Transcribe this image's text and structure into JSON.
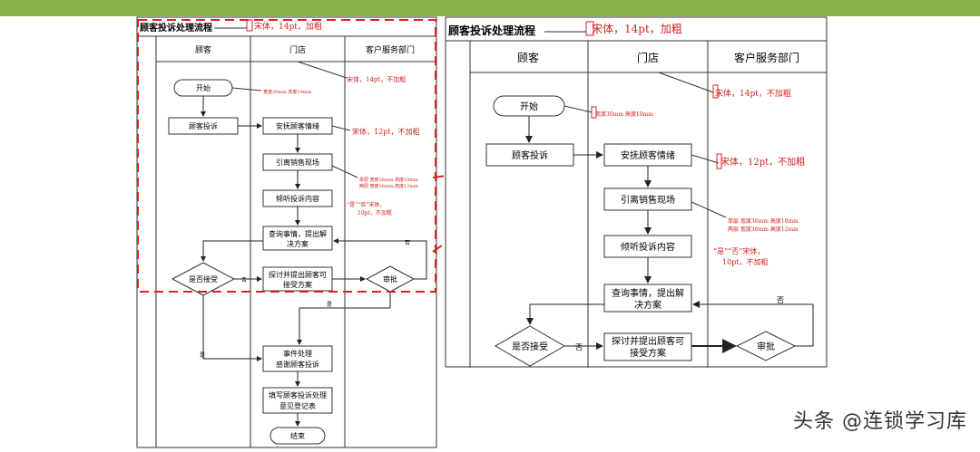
{
  "title": "顾客投诉处理流程",
  "font_note_title": "宋体，14pt，加粗",
  "lanes": [
    "顾客",
    "门店",
    "客户服务部门"
  ],
  "lane_font_note": "宋体，14pt，不加粗",
  "nodes": {
    "start": "开始",
    "complaint": "顾客投诉",
    "soothe": "安抚顾客情绪",
    "lead_away": "引离销售现场",
    "listen": "倾听投诉内容",
    "investigate_1": "查询事情，提出解",
    "investigate_2": "决方案",
    "accept": "是否接受",
    "discuss_1": "探讨并提出顾客可",
    "discuss_2": "接受方案",
    "approve": "审批",
    "handle_1": "事件处理",
    "handle_2": "感谢顾客投诉",
    "record_1": "填写顾客投诉处理",
    "record_2": "意见登记表",
    "end": "结束"
  },
  "labels": {
    "no": "否",
    "yes": "是"
  },
  "notes": {
    "start_size": "宽度30mm 高度10mm",
    "box_font": "宋体，12pt，不加粗",
    "box_single": "单层 宽度36mm 高度10mm",
    "box_double": "两层 宽度36mm 高度12mm",
    "yesno_1": "“是”“否”宋体，",
    "yesno_2": "10pt，不加粗"
  },
  "watermark": "头条 @连锁学习库",
  "colors": {
    "topbar": "#8ab14a",
    "annotation": "#d42020",
    "highlight": "#e02020"
  }
}
